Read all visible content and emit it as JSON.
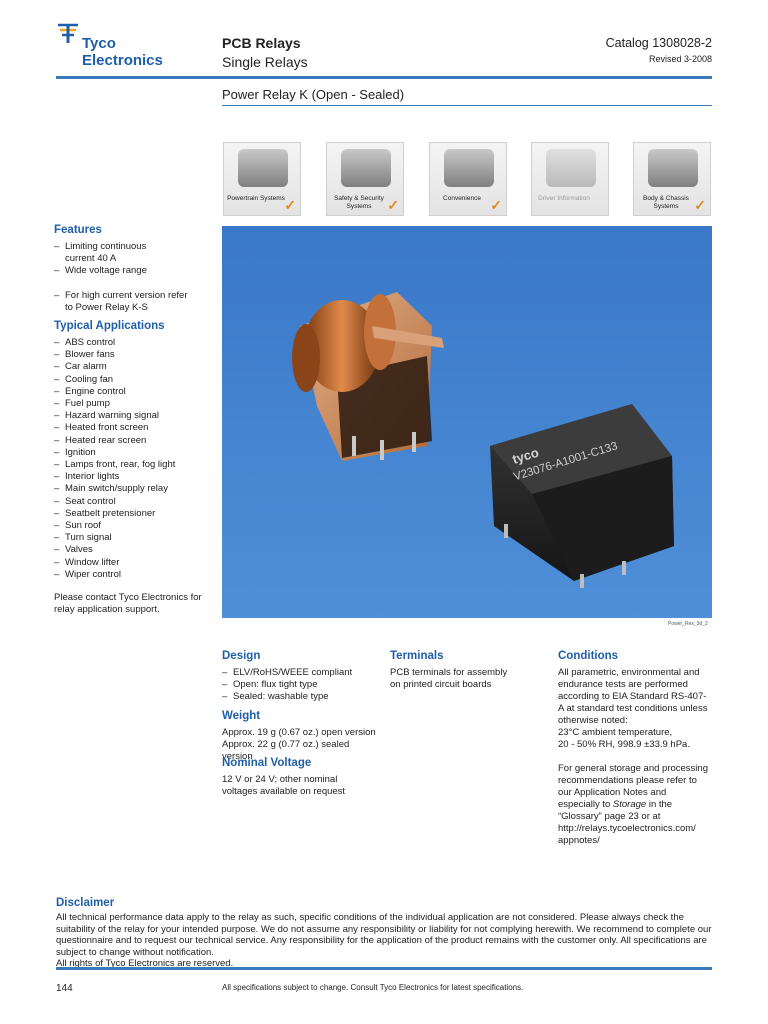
{
  "header": {
    "brand_line1": "Tyco",
    "brand_line2": "Electronics",
    "title": "PCB Relays",
    "subtitle": "Single Relays",
    "catalog": "Catalog 1308028-2",
    "revised": "Revised 3-2008",
    "section_title": "Power Relay K (Open - Sealed)"
  },
  "applications": [
    {
      "label": "Powertrain Systems",
      "checked": true
    },
    {
      "label": "Safety & Security Systems",
      "checked": true
    },
    {
      "label": "Convenience",
      "checked": true
    },
    {
      "label": "Driver Information",
      "checked": false
    },
    {
      "label": "Body & Chassis Systems",
      "checked": true
    }
  ],
  "photo": {
    "relay_marking": "tyco",
    "relay_code": "V23076-A1001-C133",
    "caption": "Power_Rex_3d_2"
  },
  "features": {
    "heading": "Features",
    "items": [
      "Limiting continuous current 40 A",
      "Wide voltage range"
    ],
    "note": "For high current version refer to Power Relay K-S"
  },
  "typical_applications": {
    "heading": "Typical Applications",
    "items": [
      "ABS control",
      "Blower fans",
      "Car alarm",
      "Cooling fan",
      "Engine control",
      "Fuel pump",
      "Hazard warning signal",
      "Heated front screen",
      "Heated rear screen",
      "Ignition",
      "Lamps front, rear, fog light",
      "Interior lights",
      "Main switch/supply relay",
      "Seat control",
      "Seatbelt pretensioner",
      "Sun roof",
      "Turn signal",
      "Valves",
      "Window lifter",
      "Wiper control"
    ]
  },
  "contact_text": "Please contact Tyco Electronics for relay application support.",
  "design": {
    "heading": "Design",
    "items": [
      "ELV/RoHS/WEEE compliant",
      "Open: flux tight type",
      "Sealed: washable type"
    ]
  },
  "weight": {
    "heading": "Weight",
    "lines": [
      "Approx. 19 g (0.67 oz.) open version",
      "Approx. 22 g (0.77 oz.) sealed version"
    ]
  },
  "nominal_voltage": {
    "heading": "Nominal Voltage",
    "text": "12 V or 24 V; other nominal voltages available on request"
  },
  "terminals": {
    "heading": "Terminals",
    "text": "PCB terminals for assembly on printed circuit boards"
  },
  "conditions": {
    "heading": "Conditions",
    "text1": "All parametric, environmental and endurance tests are performed according to EIA Standard RS-407-A at standard test conditions unless otherwise noted:",
    "text2": "23°C ambient temperature,",
    "text3": "20 - 50% RH, 998.9 ±33.9 hPa.",
    "text4_a": "For general storage and processing recommendations please refer to our Application Notes and especially to ",
    "text4_italic": "Storage",
    "text4_b": " in the “Glossary” page 23 or at http://relays.tycoelectronics.com/ appnotes/"
  },
  "disclaimer": {
    "heading": "Disclaimer",
    "text": "All technical performance data apply to the relay as such, specific conditions of the individual application are not considered. Please always check the suitability of the relay for your intended purpose. We do not assume any responsibility or liability for not complying herewith. We recommend to complete our questionnaire and to request our technical service. Any responsibility for the application of the product remains with the customer only. All specifications are subject to change without notification.",
    "rights": "All rights of Tyco Electronics are reserved."
  },
  "footer": {
    "page_number": "144",
    "note": "All specifications subject to change. Consult Tyco Electronics for latest specifications."
  },
  "colors": {
    "brand_blue": "#1f5fa8",
    "photo_background": "#3e7fcf",
    "check_orange": "#e08b1e"
  }
}
